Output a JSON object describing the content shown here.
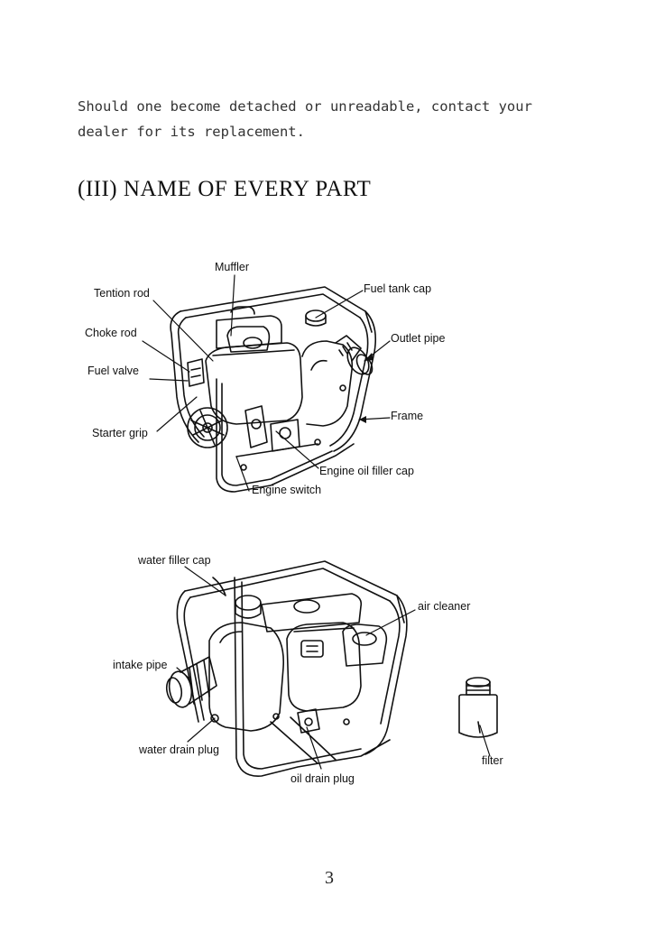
{
  "intro": {
    "line1": "Should one become detached or unreadable, contact your",
    "line2": "dealer for its replacement."
  },
  "section_heading": "(III) NAME OF EVERY PART",
  "figure1": {
    "labels": {
      "muffler": "Muffler",
      "tention_rod": "Tention rod",
      "fuel_tank_cap": "Fuel tank cap",
      "choke_rod": "Choke rod",
      "outlet_pipe": "Outlet pipe",
      "fuel_valve": "Fuel valve",
      "frame": "Frame",
      "starter_grip": "Starter grip",
      "engine_oil_filler_cap": "Engine oil filler cap",
      "engine_switch": "Engine switch"
    }
  },
  "figure2": {
    "labels": {
      "water_filler_cap": "water filler cap",
      "air_cleaner": "air cleaner",
      "intake_pipe": "intake pipe",
      "water_drain_plug": "water drain plug",
      "filter": "filter",
      "oil_drain_plug": "oil drain plug"
    }
  },
  "page_number": "3"
}
